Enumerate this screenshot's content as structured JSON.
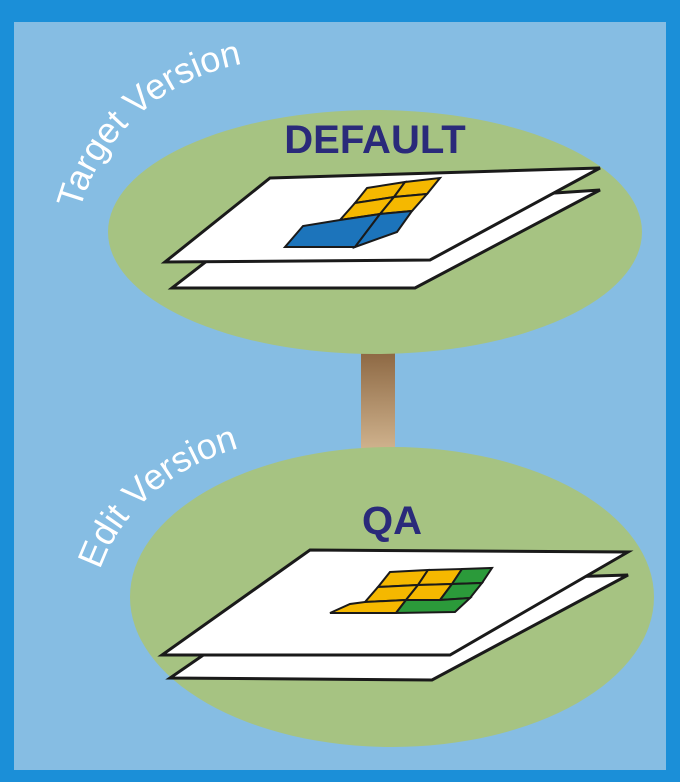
{
  "diagram": {
    "target": {
      "caption": "Target Version",
      "version_name": "DEFAULT"
    },
    "edit": {
      "caption": "Edit Version",
      "version_name": "QA"
    }
  },
  "colors": {
    "background_frame": "#1b8fd8",
    "background_panel": "#86bde3",
    "ellipse_fill": "#a6c382",
    "title_text": "#2a2a7a",
    "caption_text": "#ffffff",
    "tile_yellow": "#f5b800",
    "tile_blue": "#1c74bb",
    "tile_green": "#2b9a3a",
    "connector": "#b08060"
  }
}
